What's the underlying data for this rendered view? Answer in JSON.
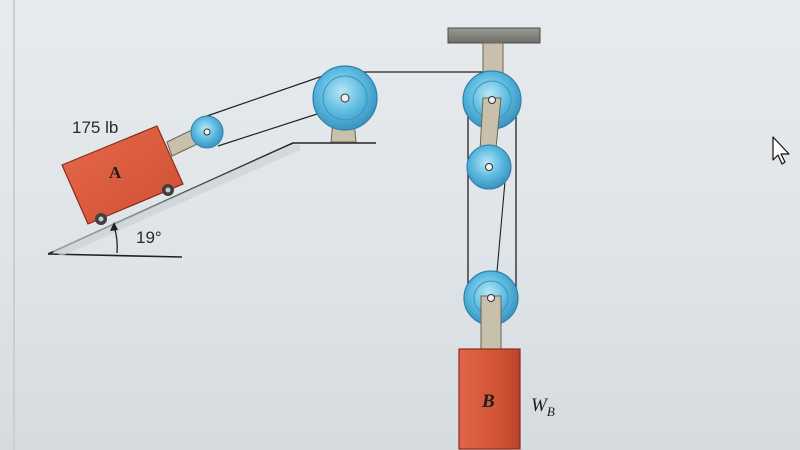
{
  "diagram": {
    "block_a_weight": "175 lb",
    "block_a_name": "A",
    "incline_angle": "19°",
    "block_b_name": "B",
    "block_b_weight_symbol": "W",
    "block_b_weight_subscript": "B"
  },
  "colors": {
    "block_fill": "#dd5a3e",
    "pulley_blue": "#55b6d9",
    "bracket_tan": "#c9c1ad",
    "line": "#222222",
    "background": "#e3e7ea"
  },
  "icons": {
    "cursor": "mouse-pointer-icon"
  }
}
